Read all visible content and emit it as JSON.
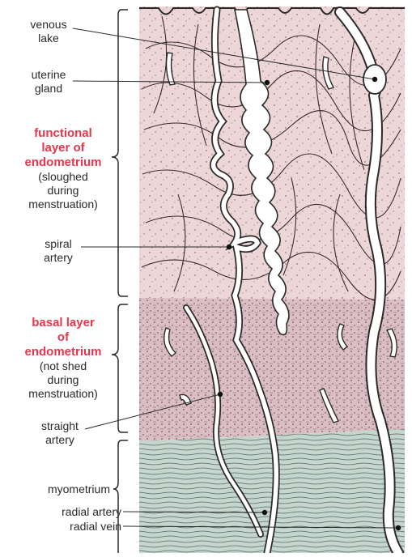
{
  "labels": {
    "venous_lake": [
      "venous",
      "lake"
    ],
    "uterine_gland": [
      "uterine",
      "gland"
    ],
    "functional_layer": [
      "functional",
      "layer of",
      "endometrium"
    ],
    "functional_note": [
      "(sloughed",
      "during",
      "menstruation)"
    ],
    "spiral_artery": [
      "spiral",
      "artery"
    ],
    "basal_layer": [
      "basal layer",
      "of",
      "endometrium"
    ],
    "basal_note": [
      "(not shed",
      "during",
      "menstruation)"
    ],
    "straight_artery": [
      "straight",
      "artery"
    ],
    "myometrium": "myometrium",
    "radial_artery": "radial artery",
    "radial_vein": "radial vein"
  },
  "colors": {
    "functional_fill": "#edd6d8",
    "basal_fill": "#dbbec4",
    "myometrium_fill": "#c7d5cf",
    "label_red": "#e8364a",
    "ink": "#2a2a2a"
  }
}
